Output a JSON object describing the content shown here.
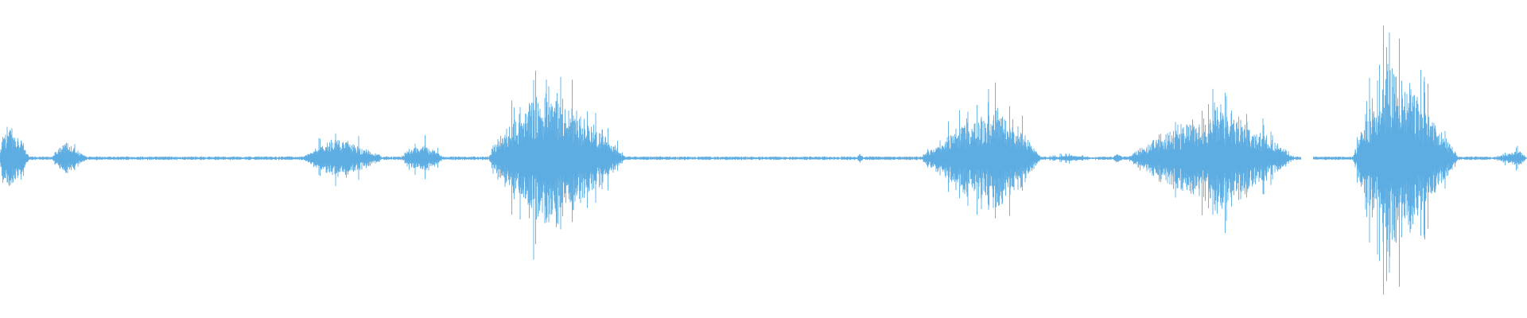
{
  "waveform": {
    "color": "#5dade2",
    "background": "#ffffff",
    "amplitude_scale": 1.0,
    "bursts": [
      {
        "start": 0.0,
        "end": 0.02,
        "peak": 0.42,
        "peak_at": 0.003,
        "density": 0.9
      },
      {
        "start": 0.034,
        "end": 0.058,
        "peak": 0.2,
        "peak_at": 0.043,
        "density": 0.8
      },
      {
        "start": 0.198,
        "end": 0.252,
        "peak": 0.24,
        "peak_at": 0.222,
        "density": 0.85
      },
      {
        "start": 0.262,
        "end": 0.292,
        "peak": 0.18,
        "peak_at": 0.277,
        "density": 0.8
      },
      {
        "start": 0.32,
        "end": 0.41,
        "peak": 0.8,
        "peak_at": 0.357,
        "density": 0.95
      },
      {
        "start": 0.561,
        "end": 0.566,
        "peak": 0.07,
        "peak_at": 0.563,
        "density": 0.6
      },
      {
        "start": 0.603,
        "end": 0.682,
        "peak": 0.56,
        "peak_at": 0.655,
        "density": 0.95
      },
      {
        "start": 0.682,
        "end": 0.722,
        "peak": 0.04,
        "peak_at": 0.7,
        "density": 0.7
      },
      {
        "start": 0.728,
        "end": 0.736,
        "peak": 0.07,
        "peak_at": 0.732,
        "density": 0.6
      },
      {
        "start": 0.738,
        "end": 0.848,
        "peak": 0.55,
        "peak_at": 0.8,
        "density": 0.95
      },
      {
        "start": 0.886,
        "end": 0.955,
        "peak": 1.0,
        "peak_at": 0.911,
        "density": 0.95
      },
      {
        "start": 0.978,
        "end": 1.0,
        "peak": 0.09,
        "peak_at": 0.995,
        "density": 0.8
      }
    ],
    "baseline_noise": 0.012,
    "gaps": [
      {
        "start": 0.852,
        "end": 0.86
      }
    ]
  }
}
